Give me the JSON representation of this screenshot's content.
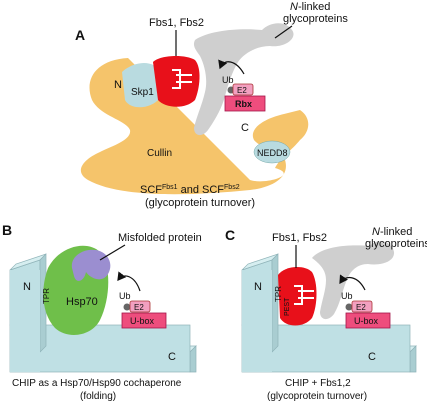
{
  "panels": {
    "a": {
      "letter": "A",
      "fbs": "Fbs1, Fbs2",
      "nlinked_1": "N",
      "nlinked_2": "-linked",
      "glyco": "glycoproteins",
      "n_term": "N",
      "skp1": "Skp1",
      "ub": "Ub",
      "e2": "E2",
      "rbx": "Rbx",
      "c_term": "C",
      "cullin": "Cullin",
      "nedd8": "NEDD8",
      "caption_scf": "SCF",
      "caption_sup1": "Fbs1",
      "caption_and": " and SCF",
      "caption_sup2": "Fbs2",
      "caption_2": "(glycoprotein turnover)"
    },
    "b": {
      "letter": "B",
      "misfolded": "Misfolded protein",
      "n_term": "N",
      "tpr": "TPR",
      "hsp70": "Hsp70",
      "ub": "Ub",
      "e2": "E2",
      "ubox": "U-box",
      "c_term": "C",
      "caption_1": "CHIP as a Hsp70/Hsp90 cochaperone",
      "caption_2": "(folding)"
    },
    "c": {
      "letter": "C",
      "fbs": "Fbs1, Fbs2",
      "nlinked_1": "N",
      "nlinked_2": "-linked",
      "glyco": "glycoproteins",
      "n_term": "N",
      "tpr": "TPR",
      "pest": "PEST",
      "ub": "Ub",
      "e2": "E2",
      "ubox": "U-box",
      "c_term": "C",
      "caption_1": "CHIP + Fbs1,2",
      "caption_2": "(glycoprotein turnover)"
    }
  },
  "colors": {
    "cullin": "#f5c46b",
    "skp1": "#b9dbe0",
    "fbs": "#e8101a",
    "glycan": "#cfcfcf",
    "rbx": "#ee4d7d",
    "e2": "#f2a0c0",
    "ub": "#666666",
    "chip": "#bfe0e4",
    "hsp70": "#6fbf4a",
    "misfolded": "#9b8ed0"
  }
}
